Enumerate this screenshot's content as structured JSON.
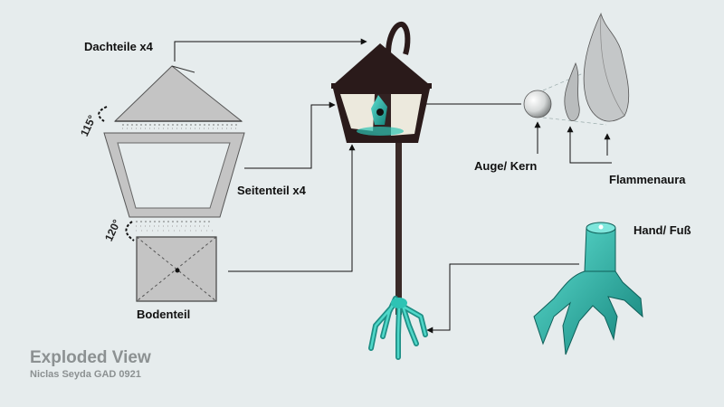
{
  "labels": {
    "roof": "Dachteile x4",
    "side": "Seitenteil x4",
    "base": "Bodenteil",
    "eye": "Auge/ Kern",
    "flame": "Flammenaura",
    "hand": "Hand/ Fuß"
  },
  "angles": {
    "roof_angle": "115°",
    "base_angle": "120°"
  },
  "footer": {
    "title": "Exploded View",
    "credit": "Niclas Seyda GAD 0921"
  },
  "colors": {
    "background": "#e6eced",
    "panel_gray": "#c4c4c4",
    "lantern_dark": "#2a1a1a",
    "teal": "#2ec3b4",
    "title_gray": "#8c9192"
  }
}
